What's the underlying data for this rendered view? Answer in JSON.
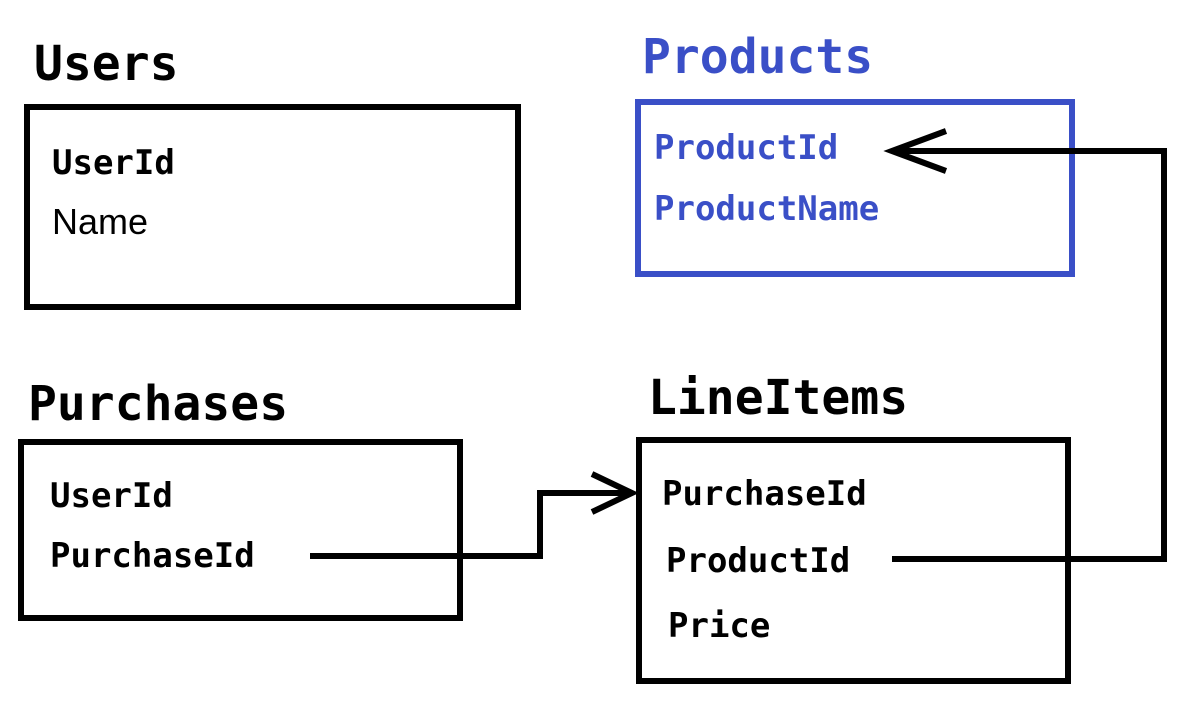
{
  "colors": {
    "default": "#000000",
    "highlight": "#3a4fc7"
  },
  "tables": {
    "users": {
      "title": "Users",
      "fields": [
        "UserId",
        "Name"
      ]
    },
    "products": {
      "title": "Products",
      "fields": [
        "ProductId",
        "ProductName"
      ]
    },
    "purchases": {
      "title": "Purchases",
      "fields": [
        "UserId",
        "PurchaseId"
      ]
    },
    "lineitems": {
      "title": "LineItems",
      "fields": [
        "PurchaseId",
        "ProductId",
        "Price"
      ]
    }
  },
  "relationships": [
    {
      "from": "Purchases.PurchaseId",
      "to": "LineItems.PurchaseId"
    },
    {
      "from": "LineItems.ProductId",
      "to": "Products.ProductId"
    }
  ]
}
